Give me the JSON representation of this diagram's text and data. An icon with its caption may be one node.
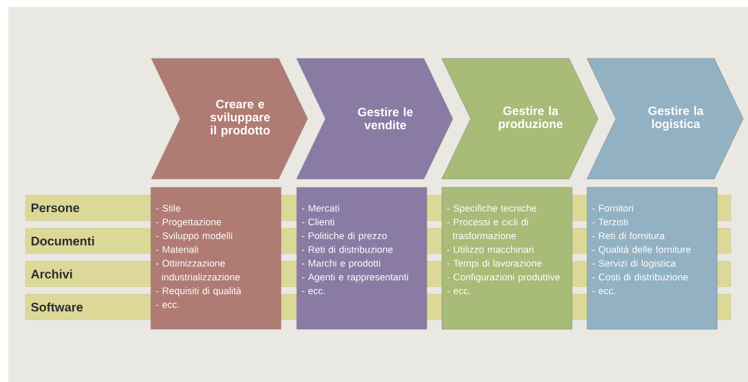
{
  "diagram": {
    "nodes": [
      {
        "text": [
          "Creare e sviluppare il  prodotto"
        ]
      },
      {
        "text": [
          "Gestire le vendite"
        ]
      },
      {
        "text": [
          "Gestire la produzione"
        ]
      },
      {
        "text": [
          "Gestire la logistica"
        ]
      },
      {
        "text": [
          "Persone"
        ]
      },
      {
        "text": [
          "Documenti"
        ]
      },
      {
        "text": [
          "Archivi"
        ]
      },
      {
        "text": [
          "Software"
        ]
      },
      {
        "text": [
          "- Stile",
          "- Progettazione",
          "- Sviluppo modelli",
          "- Materiali",
          "- Ottimizzazione industrializzazione",
          "- Requisiti di qualità",
          "- ecc."
        ]
      },
      {
        "text": [
          "- Mercati",
          "- Clienti",
          "- Politiche di prezzo",
          "- Reti di distribuzione",
          "- Marchi e prodotti",
          "- Agenti e rappresentanti",
          "- ecc."
        ]
      },
      {
        "text": [
          "- Specifiche tecniche",
          "- Processi e cicli di trasformazione",
          "- Utilizzo macchinari",
          "- Tempi di lavorazione",
          "- Configurazioni produttive",
          "- ecc."
        ]
      },
      {
        "text": [
          "- Fornitori",
          "- Terzisti",
          "- Reti di fornitura",
          "- Qualità delle forniture",
          "- Servizi di logistica",
          "- Costi di distribuzione",
          "- ecc."
        ]
      }
    ]
  }
}
